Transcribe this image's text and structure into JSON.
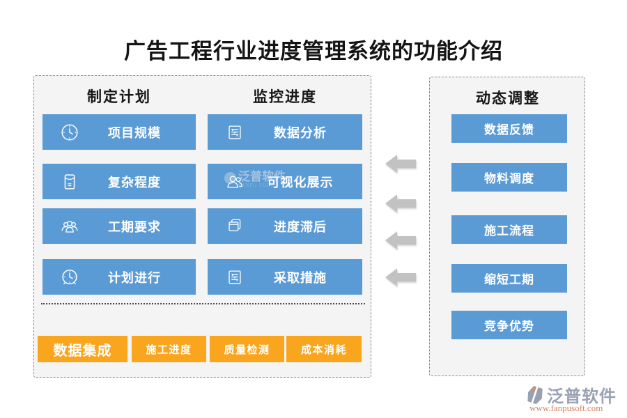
{
  "title": "广告工程行业进度管理系统的功能介绍",
  "left_panel": {
    "columns": [
      {
        "header": "制定计划",
        "buttons": [
          {
            "label": "项目规模",
            "icon": "clock-icon"
          },
          {
            "label": "复杂程度",
            "icon": "envelope-icon"
          },
          {
            "label": "工期要求",
            "icon": "users-group-icon"
          },
          {
            "label": "计划进行",
            "icon": "alarm-clock-icon"
          }
        ]
      },
      {
        "header": "监控进度",
        "buttons": [
          {
            "label": "数据分析",
            "icon": "report-icon"
          },
          {
            "label": "可视化展示",
            "icon": "people-icon"
          },
          {
            "label": "进度滞后",
            "icon": "windows-icon"
          },
          {
            "label": "采取措施",
            "icon": "report-icon"
          }
        ]
      }
    ],
    "bottom_buttons": [
      {
        "label": "数据集成"
      },
      {
        "label": "施工进度"
      },
      {
        "label": "质量检测"
      },
      {
        "label": "成本消耗"
      }
    ]
  },
  "right_panel": {
    "header": "动态调整",
    "buttons": [
      {
        "label": "数据反馈"
      },
      {
        "label": "物料调度"
      },
      {
        "label": "施工流程"
      },
      {
        "label": "缩短工期"
      },
      {
        "label": "竞争优势"
      }
    ]
  },
  "arrows": {
    "direction": "left",
    "count": 4
  },
  "watermark": {
    "text": "泛普软件",
    "subtext": "FANPU SOFT"
  },
  "logo": {
    "name": "泛普软件",
    "url": "www.fanpusoft.com"
  },
  "colors": {
    "button_blue": "#5B9BD5",
    "button_orange": "#F9A51E",
    "arrow_gray": "#C2C2C2",
    "panel_bg": "#F4F4F4",
    "panel_border": "#8A8A8A",
    "logo_text": "#99A1B3",
    "logo_url": "#D8845F"
  }
}
